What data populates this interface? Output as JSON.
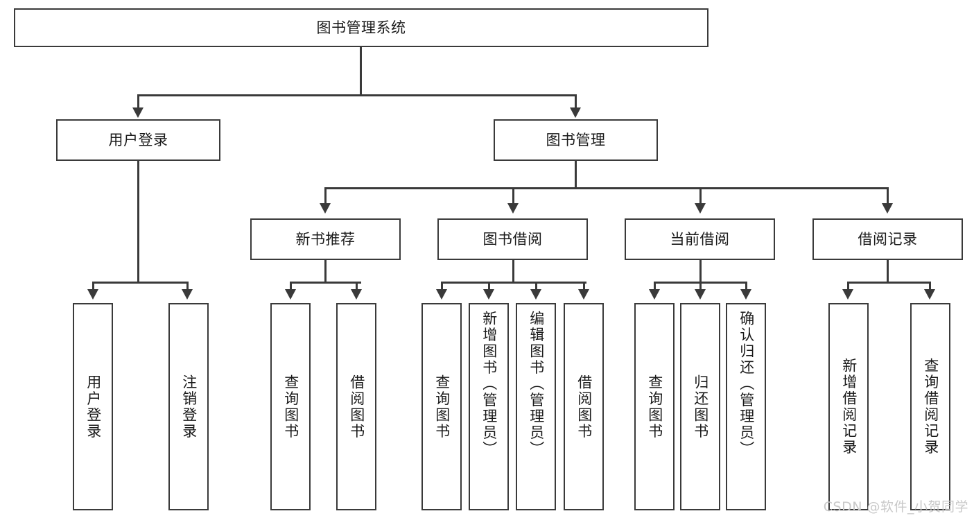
{
  "diagram": {
    "title": "图书管理系统",
    "type": "tree",
    "root": {
      "label": "图书管理系统"
    },
    "level2": [
      {
        "label": "用户登录"
      },
      {
        "label": "图书管理"
      }
    ],
    "level3": [
      {
        "label": "新书推荐"
      },
      {
        "label": "图书借阅"
      },
      {
        "label": "当前借阅"
      },
      {
        "label": "借阅记录"
      }
    ],
    "leaves": {
      "user_login": [
        {
          "label": "用户登录"
        },
        {
          "label": "注销登录"
        }
      ],
      "new_book_recommend": [
        {
          "label": "查询图书"
        },
        {
          "label": "借阅图书"
        }
      ],
      "book_borrow": [
        {
          "label": "查询图书"
        },
        {
          "label": "新增图书（管理员）"
        },
        {
          "label": "编辑图书（管理员）"
        },
        {
          "label": "借阅图书"
        }
      ],
      "current_borrow": [
        {
          "label": "查询图书"
        },
        {
          "label": "归还图书"
        },
        {
          "label": "确认归还（管理员）"
        }
      ],
      "borrow_record": [
        {
          "label": "新增借阅记录"
        },
        {
          "label": "查询借阅记录"
        }
      ]
    }
  },
  "watermark": {
    "text": "CSDN @软件_小贺同学"
  },
  "colors": {
    "stroke": "#3a3a3a",
    "text": "#1a1a1a",
    "background": "#ffffff",
    "watermark": "#c9c9c9"
  }
}
